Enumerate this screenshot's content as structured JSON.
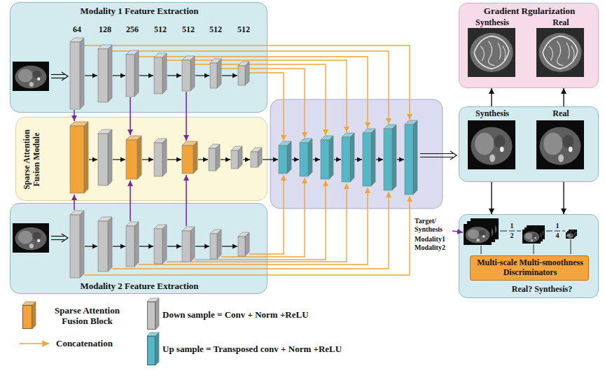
{
  "diagram": {
    "nodes": [
      {
        "text": [
          "Modality 1 Feature Extraction"
        ]
      },
      {
        "text": [
          "Sparse Attention Fusion Module"
        ]
      },
      {
        "text": [
          "Modality 2 Feature Extraction"
        ]
      },
      {
        "text": [
          "Gradient Rgularization",
          "Synthesis",
          "Real"
        ]
      },
      {
        "text": [
          "Synthesis",
          "Real"
        ]
      },
      {
        "text": [
          "Real? Synthesis?"
        ]
      },
      {
        "text": [
          "Multi-scale Multi-smoothness Discriminators"
        ],
        "in": 5
      }
    ],
    "edges": [
      {
        "from": 4,
        "to": 3,
        "arrow": "to"
      },
      {
        "from": 4,
        "to": 3,
        "arrow": "to"
      },
      {
        "from": 4,
        "to": 5,
        "arrow": "to"
      },
      {
        "from": 4,
        "to": 5,
        "arrow": "to"
      }
    ],
    "labels": [
      "64",
      "128",
      "256",
      "512",
      "512",
      "512",
      "512",
      "Target/ Synthesis",
      "Modality1",
      "Modality2",
      "1",
      "2",
      "1",
      "4"
    ],
    "legend": [
      {
        "text": "Sparse Attention Fusion Block",
        "color": "#f0a43a"
      },
      {
        "text": "Down sample = Conv + Norm +ReLU",
        "color": "#c4c4c4"
      },
      {
        "text": "Concatenation"
      },
      {
        "text": "Up sample = Transposed conv + Norm +ReLU",
        "color": "#56b7c7"
      }
    ]
  }
}
